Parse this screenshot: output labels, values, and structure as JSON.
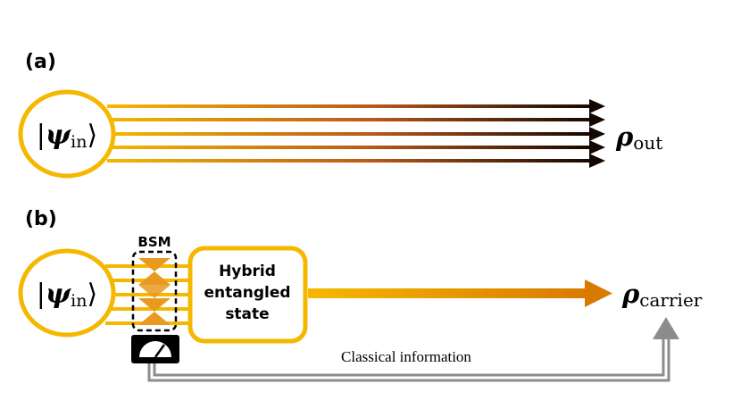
{
  "panel_a": {
    "label": "(a)",
    "input_state": {
      "ket_open": "|",
      "psi": "ψ",
      "sub": "in",
      "ket_close": "⟩"
    },
    "output": {
      "rho": "ρ",
      "sub": "out"
    },
    "beam_count": 5
  },
  "panel_b": {
    "label": "(b)",
    "input_state": {
      "ket_open": "|",
      "psi": "ψ",
      "sub": "in",
      "ket_close": "⟩"
    },
    "bsm_label": "BSM",
    "box_lines": [
      "Hybrid",
      "entangled",
      "state"
    ],
    "output": {
      "rho": "ρ",
      "sub": "carrier"
    },
    "channel_label": "Classical information",
    "bsm_stages": 4
  },
  "colors": {
    "gold": "#f5b800",
    "orange_end": "#d97a00",
    "dark_end": "#1a0a00",
    "gray_arrow": "#8c8c8c"
  },
  "icons": {
    "detector": "meter-icon"
  }
}
